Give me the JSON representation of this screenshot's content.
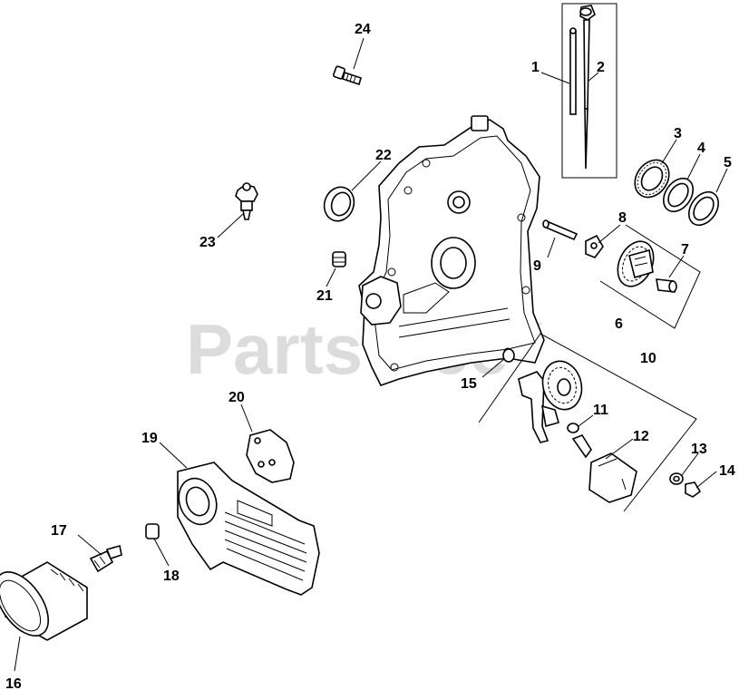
{
  "watermark": {
    "text": "PartsTree",
    "trademark": "™",
    "color": "#dcdcdc"
  },
  "callouts": [
    {
      "id": "1",
      "label": "1"
    },
    {
      "id": "2",
      "label": "2"
    },
    {
      "id": "3",
      "label": "3"
    },
    {
      "id": "4",
      "label": "4"
    },
    {
      "id": "5",
      "label": "5"
    },
    {
      "id": "6",
      "label": "6"
    },
    {
      "id": "7",
      "label": "7"
    },
    {
      "id": "8",
      "label": "8"
    },
    {
      "id": "9",
      "label": "9"
    },
    {
      "id": "10",
      "label": "10"
    },
    {
      "id": "11",
      "label": "11"
    },
    {
      "id": "12",
      "label": "12"
    },
    {
      "id": "13",
      "label": "13"
    },
    {
      "id": "14",
      "label": "14"
    },
    {
      "id": "15",
      "label": "15"
    },
    {
      "id": "16",
      "label": "16"
    },
    {
      "id": "17",
      "label": "17"
    },
    {
      "id": "18",
      "label": "18"
    },
    {
      "id": "19",
      "label": "19"
    },
    {
      "id": "20",
      "label": "20"
    },
    {
      "id": "21",
      "label": "21"
    },
    {
      "id": "22",
      "label": "22"
    },
    {
      "id": "23",
      "label": "23"
    },
    {
      "id": "24",
      "label": "24"
    }
  ]
}
